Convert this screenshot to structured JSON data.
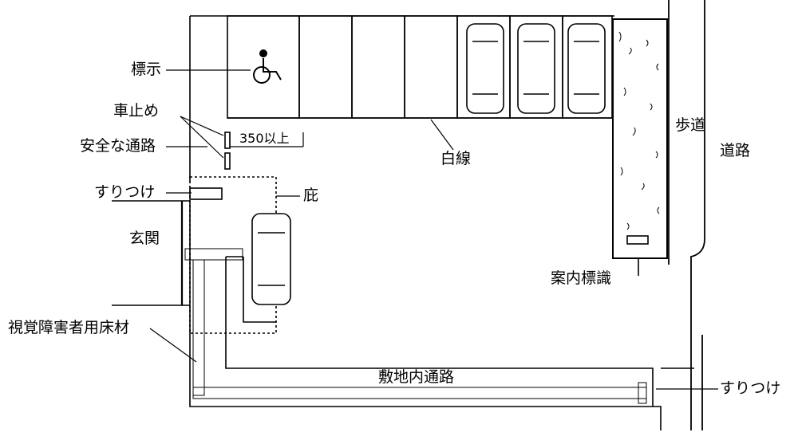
{
  "labels": {
    "sign": "標示",
    "wheel_stop": "車止め",
    "safe_path": "安全な通路",
    "ramp_left": "すりつけ",
    "eaves": "庇",
    "entrance": "玄関",
    "tactile_floor": "視覚障害者用床材",
    "dimension": "350以上",
    "white_line": "白線",
    "sidewalk": "歩道",
    "road": "道路",
    "guide_sign": "案内標識",
    "site_path": "敷地内通路",
    "ramp_right": "すりつけ"
  },
  "colors": {
    "line": "#000000",
    "background": "#ffffff"
  },
  "icons": {
    "accessibility": "wheelchair-icon"
  }
}
